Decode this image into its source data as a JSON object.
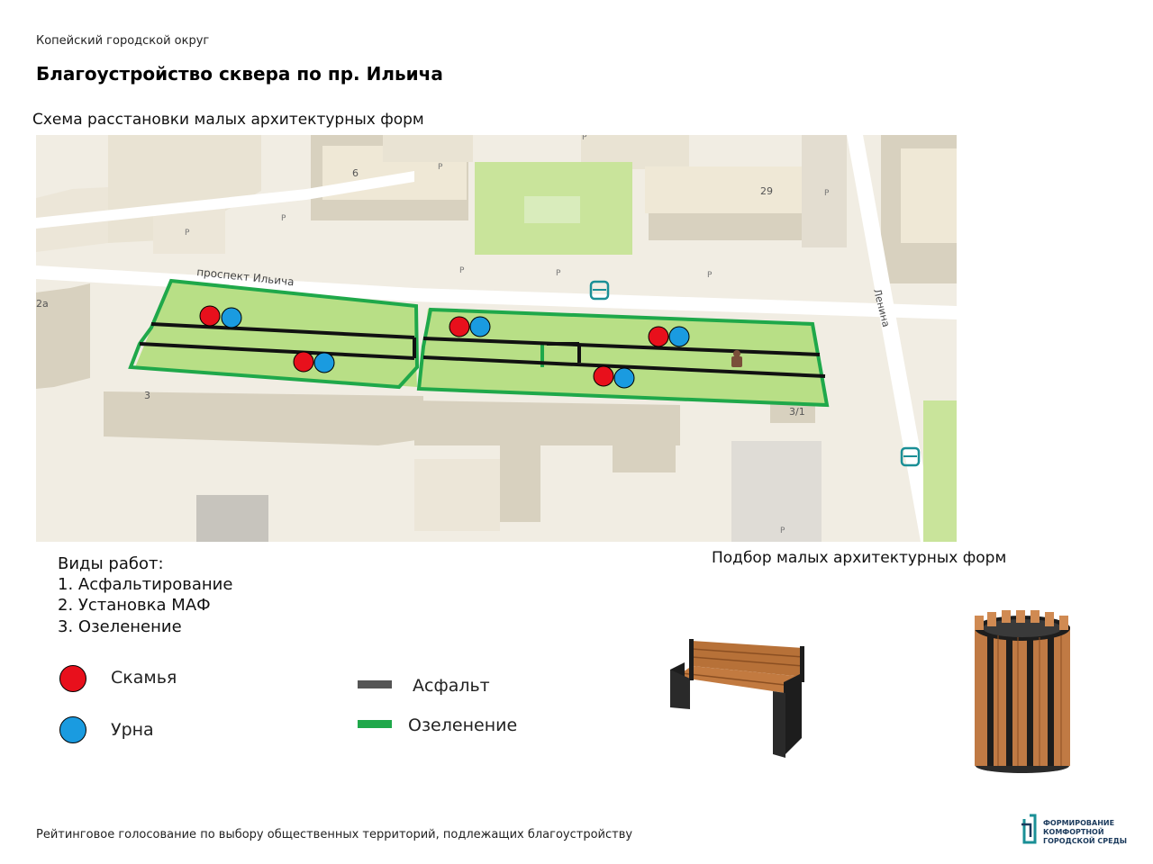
{
  "header": {
    "district": "Копейский городской округ",
    "title": "Благоустройство сквера по пр. Ильича",
    "subtitle": "Схема расстановки малых архитектурных форм"
  },
  "map": {
    "street_ilyicha": "проспект Ильича",
    "street_lenina": "Ленина",
    "building_labels": [
      "6",
      "29",
      "2а",
      "3",
      "3/1"
    ],
    "parking_label": "P",
    "colors": {
      "background": "#f1ede3",
      "building": "#e9e3d3",
      "building_shade": "#d8d1bf",
      "green": "#c9e49b",
      "lawn": "#b8df86",
      "road": "#ffffff",
      "asphalt": "#111111",
      "greening": "#1fa84a",
      "bench": "#e8101c",
      "bin": "#1a9be0"
    }
  },
  "works": {
    "heading": "Виды работ:",
    "items": [
      "1. Асфальтирование",
      "2. Установка МАФ",
      "3. Озеленение"
    ]
  },
  "legend": {
    "bench": {
      "label": "Скамья",
      "color": "#e8101c",
      "icon": "red-circle"
    },
    "bin": {
      "label": "Урна",
      "color": "#1a9be0",
      "icon": "blue-circle"
    },
    "asphalt": {
      "label": "Асфальт",
      "color": "#555555"
    },
    "greening": {
      "label": "Озеленение",
      "color": "#1fa84a"
    }
  },
  "selection": {
    "title": "Подбор малых архитектурных форм",
    "images": [
      "bench-image",
      "trash-bin-image"
    ]
  },
  "footer": {
    "text": "Рейтинговое голосование по выбору общественных территорий, подлежащих благоустройству"
  },
  "logo": {
    "lines": [
      "ФОРМИРОВАНИЕ",
      "КОМФОРТНОЙ",
      "ГОРОДСКОЙ СРЕДЫ"
    ]
  }
}
